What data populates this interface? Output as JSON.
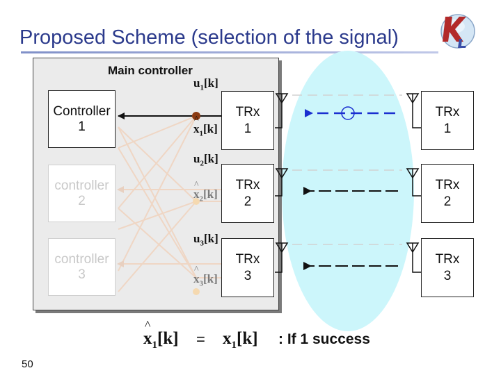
{
  "title": "Proposed Scheme (selection of the signal)",
  "main_controller_label": "Main controller",
  "controllers": [
    {
      "label": "Controller\n1",
      "active": true
    },
    {
      "label": "controller\n2",
      "active": false
    },
    {
      "label": "controller\n3",
      "active": false
    }
  ],
  "trx_left": [
    "TRx\n1",
    "TRx\n2",
    "TRx\n3"
  ],
  "trx_right": [
    "TRx\n1",
    "TRx\n2",
    "TRx\n3"
  ],
  "symbols": {
    "u": "u",
    "x_hat": "x",
    "index": "[k]",
    "sub1": "1",
    "sub2": "2",
    "sub3": "3"
  },
  "equation": {
    "lhs": "x",
    "lhs_sub": "1",
    "lhs_index": "[k]",
    "sign": "=",
    "rhs": "x",
    "rhs_sub": "1",
    "rhs_index": "[k]",
    "condition": ": If 1 success"
  },
  "page_number": "50",
  "colors": {
    "title": "#2b3a8c",
    "arrow_blue": "#1a2fd0",
    "channel_bubble": "#ccf6fb",
    "dot_active": "#8b3a12",
    "dot_faded": "#f5d9b0",
    "faded_lines": "#efd6c4"
  }
}
